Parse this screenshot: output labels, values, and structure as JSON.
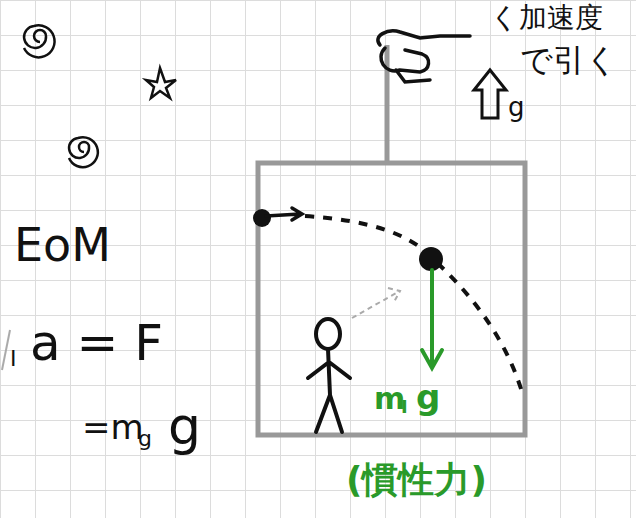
{
  "diagram": {
    "labels": [
      "く加速度",
      "で引く",
      "g",
      "EoM",
      "I",
      "a = F",
      "=m",
      "g",
      "g",
      "m",
      "I",
      "g",
      "(慣性力)"
    ]
  }
}
